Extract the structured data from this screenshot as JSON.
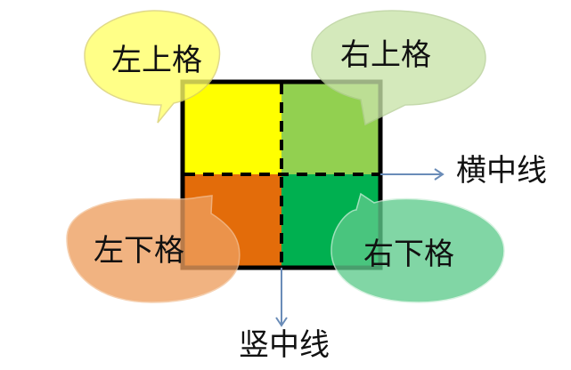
{
  "diagram": {
    "quadrants": [
      {
        "id": "top-left",
        "label": "左上格",
        "fill": "#FFFF00",
        "bubble_fill": "#FFFF66"
      },
      {
        "id": "top-right",
        "label": "右上格",
        "fill": "#92D050",
        "bubble_fill": "#C8E3A8"
      },
      {
        "id": "bottom-left",
        "label": "左下格",
        "fill": "#E36C0A",
        "bubble_fill": "#EE9E5E"
      },
      {
        "id": "bottom-right",
        "label": "右下格",
        "fill": "#00B050",
        "bubble_fill": "#5ECB8C"
      }
    ],
    "horizontal_midline_label": "横中线",
    "vertical_midline_label": "竖中线",
    "arrow_color": "#6A8CB8",
    "border_color": "#000000"
  }
}
